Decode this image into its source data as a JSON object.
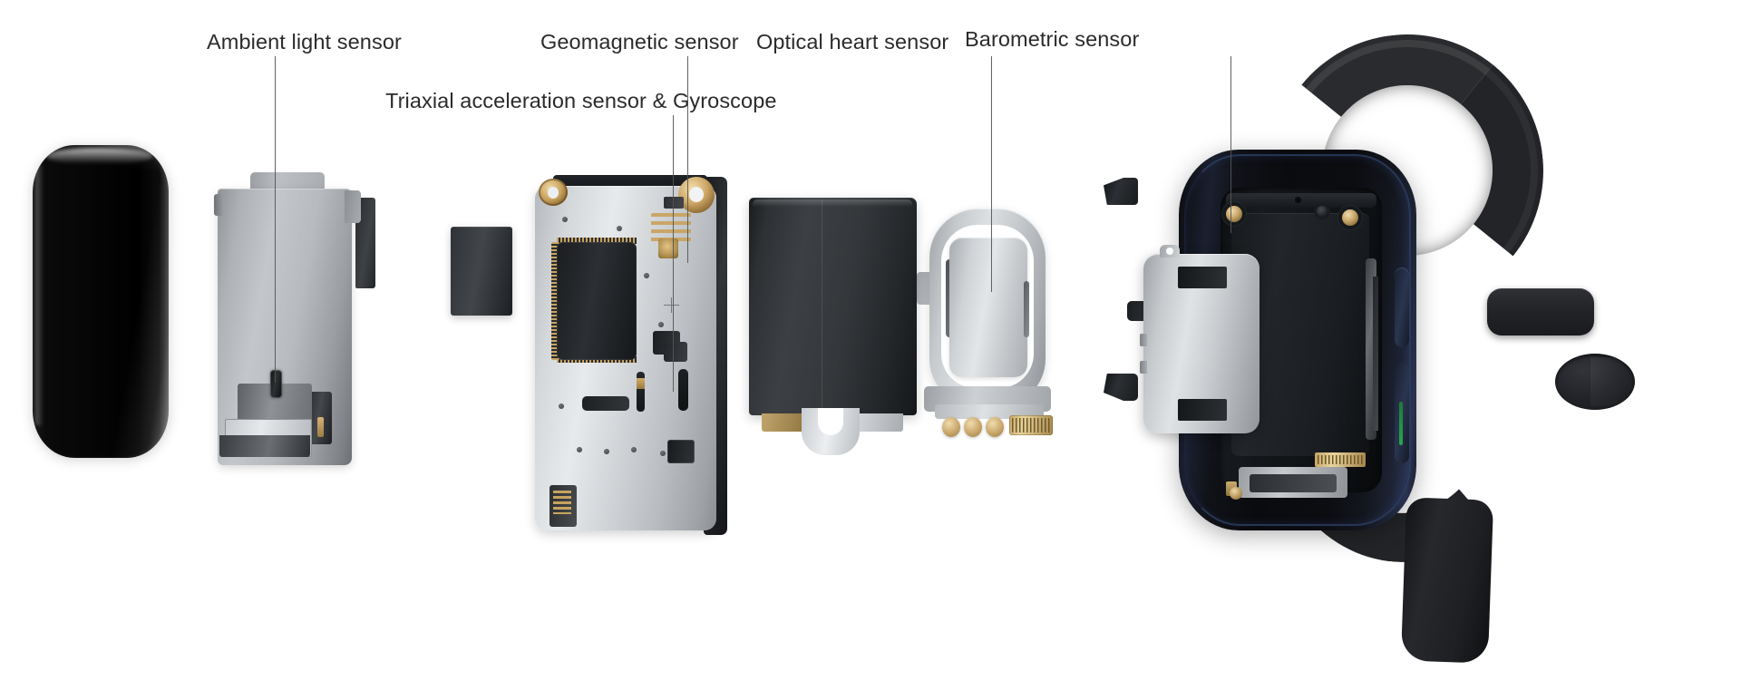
{
  "diagram": {
    "title": "Smartwatch exploded view with sensor callouts",
    "background_color": "#ffffff",
    "label_color": "#2b2b2b",
    "leader_line_color": "#555555",
    "labels": [
      {
        "id": "ambient-light-sensor",
        "text": "Ambient light sensor"
      },
      {
        "id": "triaxial-accel-gyro",
        "text": "Triaxial acceleration sensor & Gyroscope"
      },
      {
        "id": "geomagnetic-sensor",
        "text": "Geomagnetic sensor"
      },
      {
        "id": "optical-heart-sensor",
        "text": "Optical heart sensor"
      },
      {
        "id": "barometric-sensor",
        "text": "Barometric sensor"
      }
    ],
    "parts": [
      {
        "id": "display-panel",
        "name": "Display glass panel",
        "color": "#050505"
      },
      {
        "id": "bracket-module",
        "name": "Silver mid-frame bracket",
        "color": "#b7bbbf"
      },
      {
        "id": "chip-block",
        "name": "Dark chip block",
        "color": "#35383c"
      },
      {
        "id": "main-board",
        "name": "Main logic board",
        "color": "#d4d8db"
      },
      {
        "id": "battery",
        "name": "Battery pack",
        "color": "#2e3134"
      },
      {
        "id": "heart-sensor",
        "name": "Optical heart sensor frame",
        "color": "#c6cacd"
      },
      {
        "id": "rear-shield",
        "name": "Rear shield plate",
        "color": "#c6cacd"
      },
      {
        "id": "watch-case",
        "name": "Watch case body",
        "color": "#0c0d11"
      },
      {
        "id": "watch-strap",
        "name": "Silicone watch strap",
        "color": "#232427"
      }
    ],
    "accents": {
      "gold": "#c9a461",
      "case_blue": "#2a3350",
      "button_green": "#27a84c",
      "silver": "#c6cacd"
    }
  }
}
